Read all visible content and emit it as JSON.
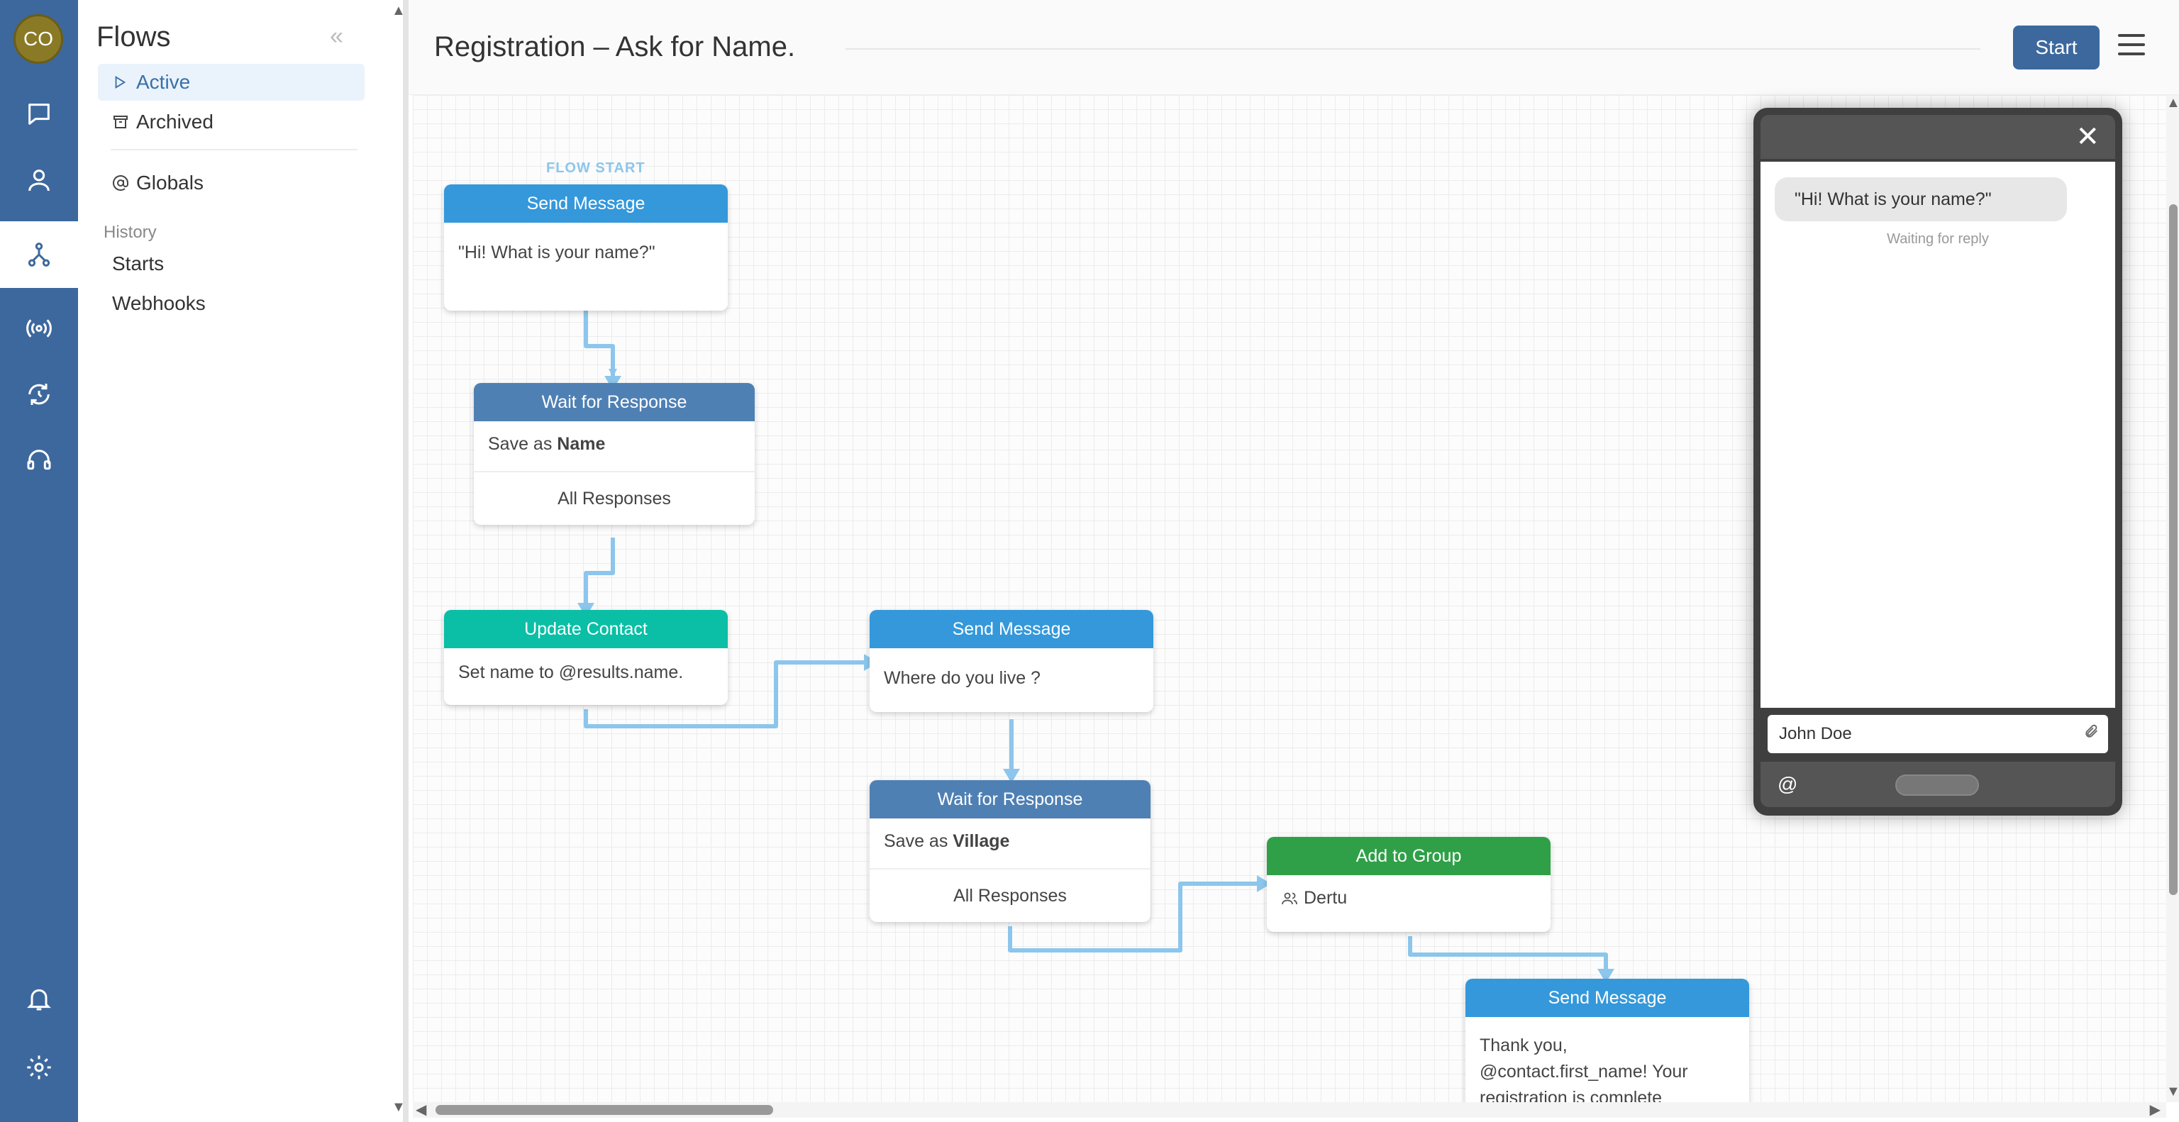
{
  "app": {
    "user_initials": "CO",
    "rail_icons": [
      "messages-icon",
      "contacts-icon",
      "flows-icon",
      "broadcast-icon",
      "triggers-icon",
      "tickets-icon",
      "notifications-icon",
      "settings-icon"
    ],
    "active_rail": "flows-icon",
    "accent": "#3d689d"
  },
  "sidebar": {
    "title": "Flows",
    "items": [
      {
        "label": "Active",
        "icon": "play-icon",
        "active": true
      },
      {
        "label": "Archived",
        "icon": "archive-icon",
        "active": false
      },
      {
        "label": "Globals",
        "icon": "at-icon",
        "active": false
      }
    ],
    "history_label": "History",
    "history_items": [
      {
        "label": "Starts"
      },
      {
        "label": "Webhooks"
      }
    ]
  },
  "header": {
    "flow_title": "Registration – Ask for Name.",
    "start_label": "Start"
  },
  "canvas": {
    "flow_start_label": "FLOW START",
    "nodes": [
      {
        "type": "Send Message",
        "body": "\"Hi! What is your name?\"",
        "color": "#3498db"
      },
      {
        "type": "Wait for Response",
        "save_prefix": "Save as ",
        "save_name": "Name",
        "category": "All Responses",
        "color": "#4f80b4"
      },
      {
        "type": "Update Contact",
        "body": "Set name to @results.name.",
        "color": "#0abfa5"
      },
      {
        "type": "Send Message",
        "body": "Where do you live ?",
        "color": "#3498db"
      },
      {
        "type": "Wait for Response",
        "save_prefix": "Save as ",
        "save_name": "Village",
        "category": "All Responses",
        "color": "#4f80b4"
      },
      {
        "type": "Add to Group",
        "group": "Dertu",
        "color": "#2fa048"
      },
      {
        "type": "Send Message",
        "body_lines": [
          "Thank you,",
          "@contact.first_name! Your",
          "registration is complete"
        ],
        "color": "#3498db"
      }
    ]
  },
  "simulator": {
    "message": "\"Hi! What is your name?\"",
    "status": "Waiting for reply",
    "input_value": "John Doe",
    "at_symbol": "@"
  }
}
